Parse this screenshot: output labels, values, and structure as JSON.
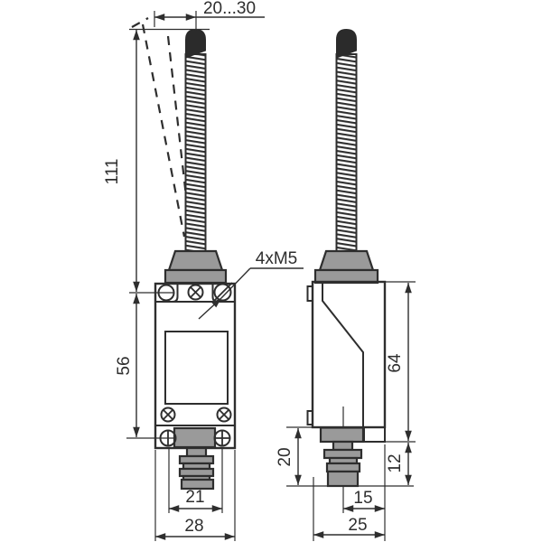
{
  "drawing": {
    "dimensions": {
      "tip_travel": "20...30",
      "spring_length": "111",
      "mounting_height": "56",
      "screw_note": "4xM5",
      "hole_spacing_width": "21",
      "body_width": "28",
      "side_height": "64",
      "gland_height": "20",
      "gland_protrusion": "12",
      "gland_center_offset": "15",
      "body_depth": "25"
    },
    "colors": {
      "line": "#2e2e2e",
      "metal_gray": "#9a9a9a",
      "tip_black": "#2b2b2b",
      "background": "#ffffff"
    }
  }
}
